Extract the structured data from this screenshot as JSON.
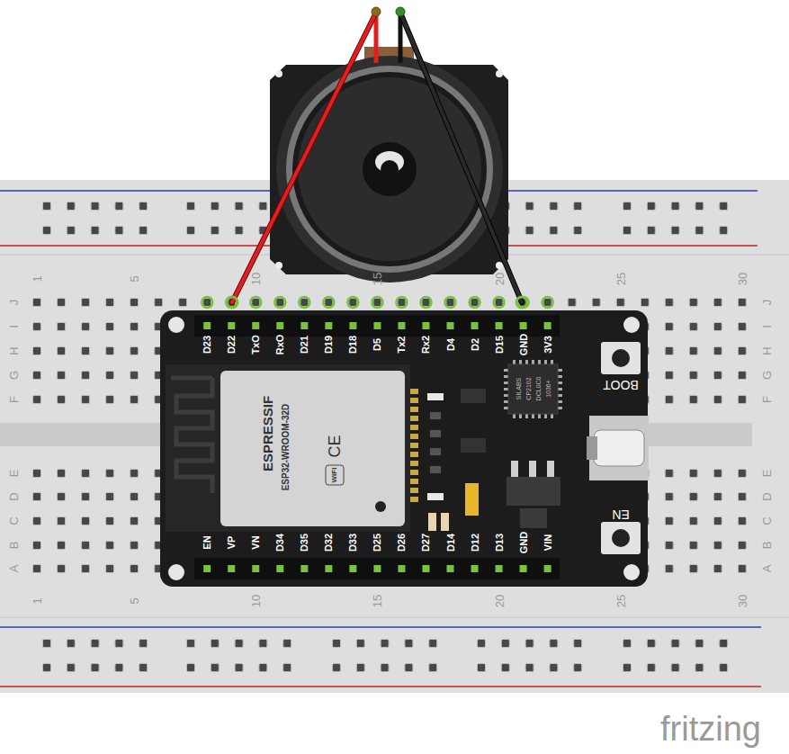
{
  "diagram": {
    "labels": [
      "1",
      "5",
      "10",
      "15",
      "20",
      "25",
      "30",
      "1",
      "5",
      "10",
      "15",
      "20",
      "25",
      "30",
      "J",
      "I",
      "H",
      "G",
      "F",
      "E",
      "D",
      "C",
      "B",
      "A",
      "J",
      "I",
      "H",
      "G",
      "F",
      "E",
      "D",
      "C",
      "B",
      "A",
      "D23",
      "D22",
      "TxO",
      "RxO",
      "D21",
      "D19",
      "D18",
      "D5",
      "Tx2",
      "Rx2",
      "D4",
      "D2",
      "D15",
      "GND",
      "3V3",
      "EN",
      "VP",
      "VN",
      "D34",
      "D35",
      "D32",
      "D33",
      "D25",
      "D26",
      "D27",
      "D14",
      "D12",
      "D13",
      "GND",
      "VIN",
      "ESPRESSIF",
      "ESP32-WROOM-32D",
      "CE",
      "WiFi",
      "SILABS",
      "CP2102",
      "DCL0C0",
      "1036+",
      "BOOT",
      "EN",
      "fritzing"
    ]
  }
}
